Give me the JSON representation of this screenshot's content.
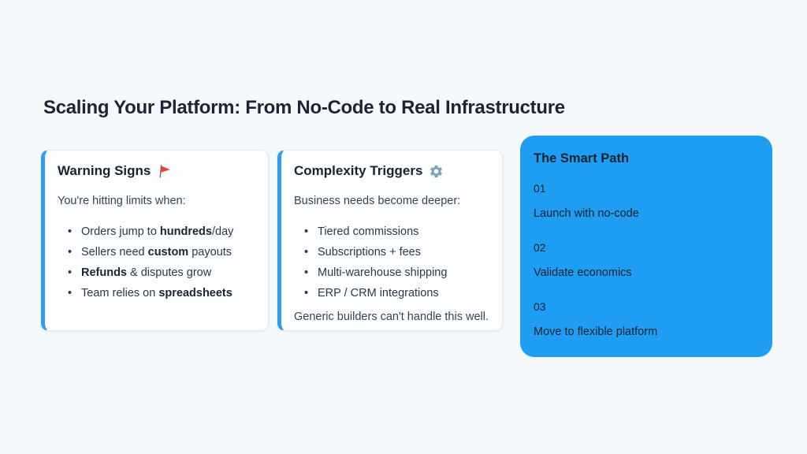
{
  "page": {
    "title": "Scaling Your Platform: From No-Code to Real Infrastructure",
    "background": "#F6F9FC"
  },
  "colors": {
    "accent_blue": "#2D9CF4",
    "smart_card_bg": "#1E9DF3",
    "title_text": "#1D2433",
    "body_text": "#2F3747",
    "flag_red": "#ED4335",
    "gear_blue_gray": "#7FA3BC"
  },
  "cards": {
    "warning": {
      "title": "Warning Signs",
      "icon": "red-flag-icon",
      "intro": "You're hitting limits when:",
      "bullets": [
        {
          "pre": "Orders jump to ",
          "bold": "hundreds",
          "post": "/day"
        },
        {
          "pre": "Sellers need ",
          "bold": "custom",
          "post": " payouts"
        },
        {
          "pre": "",
          "bold": "Refunds",
          "post": " & disputes grow"
        },
        {
          "pre": "Team relies on ",
          "bold": "spreadsheets",
          "post": ""
        }
      ]
    },
    "complexity": {
      "title": "Complexity Triggers",
      "icon": "gear-icon",
      "intro": "Business needs become deeper:",
      "bullets": [
        "Tiered commissions",
        "Subscriptions + fees",
        "Multi-warehouse shipping",
        "ERP / CRM integrations"
      ],
      "footer": "Generic builders can't handle this well."
    },
    "smart_path": {
      "title": "The Smart Path",
      "steps": [
        {
          "number": "01",
          "label": "Launch with no-code"
        },
        {
          "number": "02",
          "label": "Validate economics"
        },
        {
          "number": "03",
          "label": "Move to flexible platform"
        }
      ]
    }
  }
}
